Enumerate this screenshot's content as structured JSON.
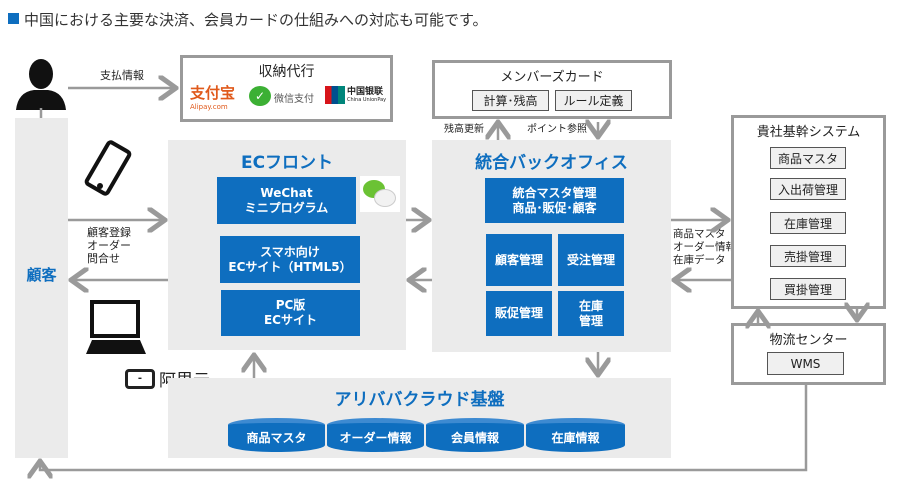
{
  "heading": "中国における主要な決済、会員カードの仕組みへの対応も可能です。",
  "customer": {
    "label": "顧客"
  },
  "payment": {
    "arrow_label": "支払情報",
    "title": "収納代行",
    "alipay": "支付宝",
    "alipay_sub": "Alipay.com",
    "wechat_pay": "微信支付",
    "unionpay": "中国银联",
    "unionpay_sub": "China UnionPay"
  },
  "customer_flow": {
    "labels": "顧客登録\nオーダー\n問合せ"
  },
  "ec_front": {
    "title": "ECフロント",
    "items": [
      "WeChat\nミニプログラム",
      "スマホ向け\nECサイト（HTML5）",
      "PC版\nECサイト"
    ]
  },
  "member_card": {
    "title": "メンバーズカード",
    "items": [
      "計算･残高",
      "ルール定義"
    ],
    "up_label": "残高更新",
    "down_label": "ポイント参照"
  },
  "back_office": {
    "title": "統合バックオフィス",
    "master": "統合マスタ管理\n商品･販促･顧客",
    "items": [
      "顧客管理",
      "受注管理",
      "販促管理",
      "在庫\n管理"
    ]
  },
  "core_flow": {
    "labels": "商品マスタ\nオーダー情報\n在庫データ"
  },
  "core_system": {
    "title": "貴社基幹システム",
    "items": [
      "商品マスタ",
      "入出荷管理",
      "在庫管理",
      "売掛管理",
      "買掛管理"
    ]
  },
  "logistics": {
    "title": "物流センター",
    "wms": "WMS"
  },
  "aliyun": {
    "logo_text": "阿里云"
  },
  "alibaba_cloud": {
    "title": "アリババクラウド基盤",
    "databases": [
      "商品マスタ",
      "オーダー情報",
      "会員情報",
      "在庫情報"
    ]
  },
  "colors": {
    "accent": "#0e6ebf",
    "panel": "#ebebeb",
    "border": "#9a9a9a"
  }
}
